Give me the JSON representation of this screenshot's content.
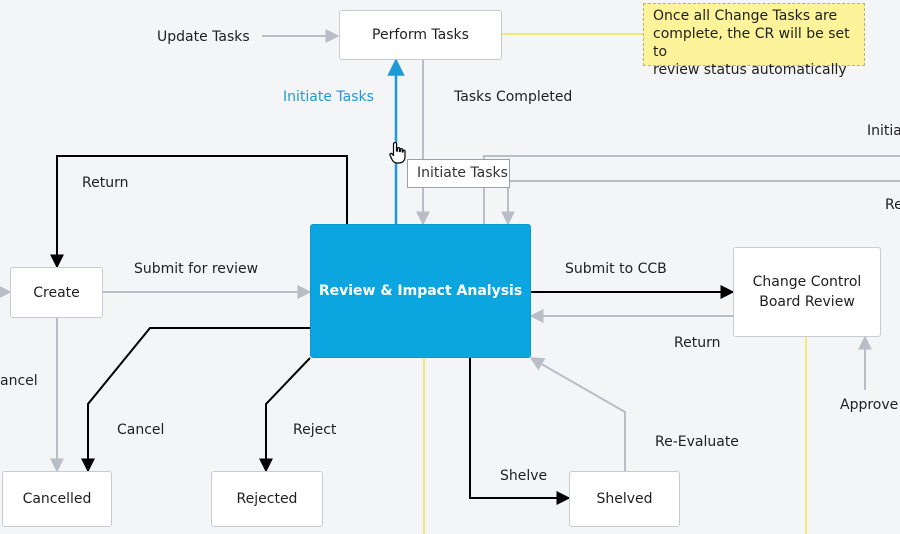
{
  "nodes": {
    "perform_tasks": "Perform Tasks",
    "create": "Create",
    "review": "Review & Impact Analysis",
    "ccb_line1": "Change Control",
    "ccb_line2": "Board Review",
    "cancelled": "Cancelled",
    "rejected": "Rejected",
    "shelved": "Shelved"
  },
  "edges": {
    "update_tasks": "Update Tasks",
    "initiate_tasks": "Initiate Tasks",
    "tasks_completed": "Tasks Completed",
    "return_top": "Return",
    "submit_for_review": "Submit for review",
    "submit_to_ccb": "Submit to CCB",
    "return_ccb": "Return",
    "cancel_left": "ancel",
    "cancel": "Cancel",
    "reject": "Reject",
    "shelve": "Shelve",
    "re_evaluate": "Re-Evaluate",
    "approve": "Approve",
    "initia_right": "Initia",
    "re_right": "Re"
  },
  "note": {
    "line1": "Once all Change Tasks are",
    "line2": "complete, the CR will be set to",
    "line3": "review status automatically"
  },
  "tooltip": "Initiate Tasks",
  "colors": {
    "active": "#0ba5df",
    "highlight_edge": "#1e9bd7",
    "edge_gray": "#b9bec6",
    "edge_black": "#000000",
    "note": "#fdf39a",
    "yellow_line": "#f5e87a"
  }
}
